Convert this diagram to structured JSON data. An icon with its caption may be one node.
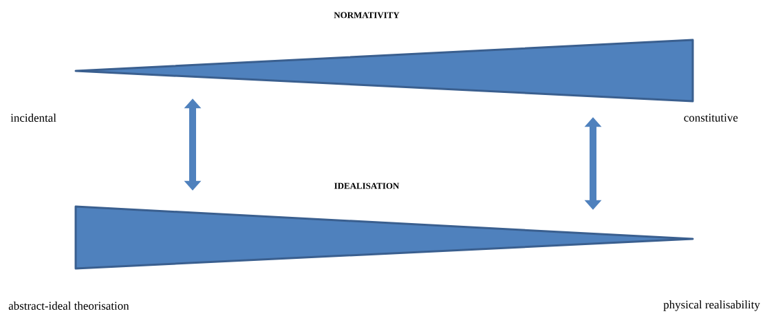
{
  "diagram": {
    "nodes": [
      {
        "text": [
          "NORMATIVITY"
        ]
      },
      {
        "text": [
          "IDEALISATION"
        ]
      }
    ],
    "edges": [
      {
        "from": 0,
        "to": 1,
        "arrow": "both"
      },
      {
        "from": 0,
        "to": 1,
        "arrow": "both"
      }
    ],
    "labels": [
      "incidental",
      "constitutive",
      "abstract-ideal theorisation",
      "physical realisability"
    ]
  }
}
